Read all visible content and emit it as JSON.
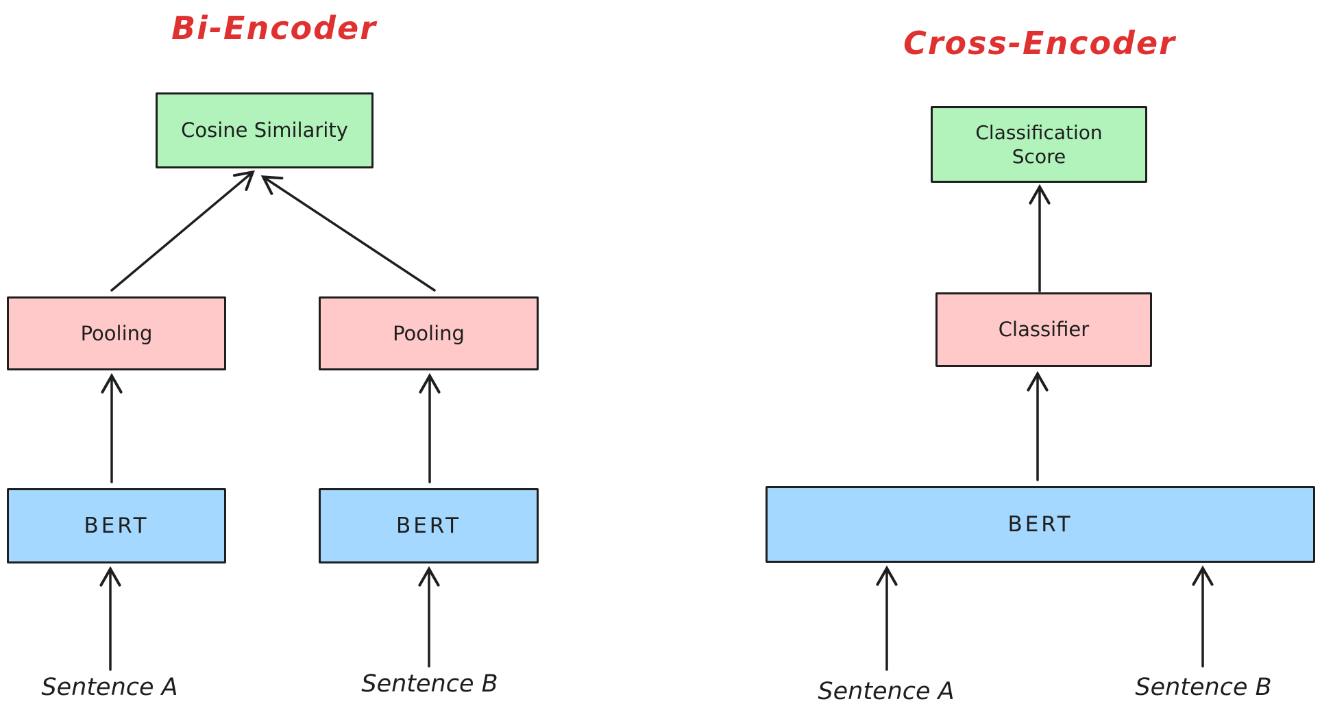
{
  "bi_encoder": {
    "title": "Bi-Encoder",
    "cosine_box_label": "Cosine Similarity",
    "pooling_a_label": "Pooling",
    "pooling_b_label": "Pooling",
    "bert_a_label": "BERT",
    "bert_b_label": "BERT",
    "sentence_a_label": "Sentence A",
    "sentence_b_label": "Sentence B"
  },
  "cross_encoder": {
    "title": "Cross-Encoder",
    "classification_score_lines": [
      "Classification",
      "Score"
    ],
    "classifier_label": "Classifier",
    "bert_label": "BERT",
    "sentence_a_label": "Sentence A",
    "sentence_b_label": "Sentence B"
  },
  "colors": {
    "title_red": "#e03131",
    "green_fill": "#b2f2bb",
    "pink_fill": "#ffc9c9",
    "blue_fill": "#a5d8ff",
    "stroke": "#1e1e1e",
    "background": "#ffffff"
  }
}
